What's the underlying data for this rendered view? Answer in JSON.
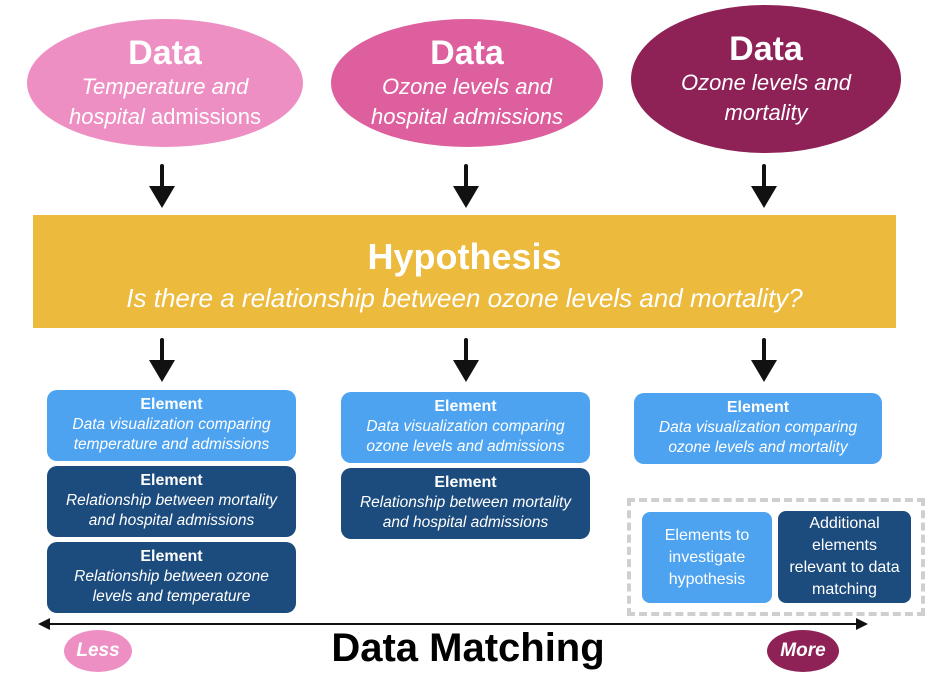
{
  "data_sources": [
    {
      "title": "Data",
      "line1": "Temperature and",
      "line2_italic": "hospital",
      "line2_plain": " admissions",
      "color": "#ee8fc4"
    },
    {
      "title": "Data",
      "line1": "Ozone levels and",
      "line2": "hospital admissions",
      "color": "#dd5f9e"
    },
    {
      "title": "Data",
      "line1": "Ozone levels and",
      "line2": "mortality",
      "color": "#8e2257"
    }
  ],
  "hypothesis": {
    "title": "Hypothesis",
    "question": "Is there a relationship between ozone levels and mortality?",
    "color": "#ecba3c"
  },
  "columns": [
    {
      "elements": [
        {
          "head": "Element",
          "line1": "Data visualization comparing",
          "line2": "temperature and admissions",
          "kind": "light"
        },
        {
          "head": "Element",
          "line1": "Relationship between mortality",
          "line2": "and hospital admissions",
          "kind": "dark"
        },
        {
          "head": "Element",
          "line1": "Relationship between ozone",
          "line2": "levels and temperature",
          "kind": "dark"
        }
      ]
    },
    {
      "elements": [
        {
          "head": "Element",
          "line1": "Data visualization comparing",
          "line2": "ozone levels and admissions",
          "kind": "light"
        },
        {
          "head": "Element",
          "line1": "Relationship between mortality",
          "line2": "and hospital admissions",
          "kind": "dark"
        }
      ]
    },
    {
      "elements": [
        {
          "head": "Element",
          "line1": "Data visualization comparing",
          "line2": "ozone levels and mortality",
          "kind": "light"
        }
      ]
    }
  ],
  "legend": {
    "investigate": {
      "line1": "Elements to",
      "line2": "investigate",
      "line3": "hypothesis",
      "color": "#4da3f0"
    },
    "additional": {
      "line1": "Additional",
      "line2": "elements",
      "line3": "relevant to data",
      "line4": "matching",
      "color": "#1c4b7d"
    }
  },
  "axis": {
    "title": "Data Matching",
    "less": "Less",
    "more": "More",
    "less_color": "#ee8fc4",
    "more_color": "#8e2257"
  }
}
